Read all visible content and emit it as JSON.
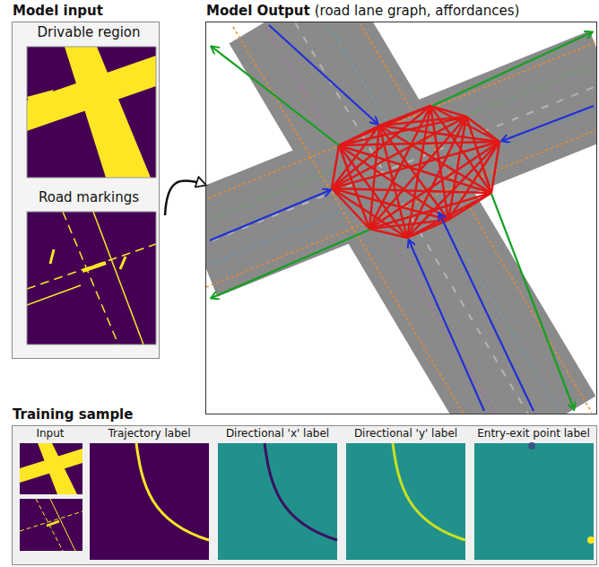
{
  "diagram": {
    "nodes": [
      {
        "text": [
          "Model input"
        ]
      },
      {
        "text": [
          "Drivable region"
        ],
        "in": 0
      },
      {
        "text": [
          "Road markings"
        ],
        "in": 0
      },
      {
        "text": [
          "Model Output",
          "(road lane graph, affordances)"
        ]
      },
      {
        "text": [
          "Training sample"
        ]
      },
      {
        "text": [
          "Input"
        ],
        "in": 4
      },
      {
        "text": [
          "Trajectory label"
        ],
        "in": 4
      },
      {
        "text": [
          "Directional 'x' label"
        ],
        "in": 4
      },
      {
        "text": [
          "Directional 'y' label"
        ],
        "in": 4
      },
      {
        "text": [
          "Entry-exit point label"
        ],
        "in": 4
      }
    ],
    "edges": [
      {
        "from": 0,
        "to": 3,
        "arrow": "to"
      }
    ]
  }
}
